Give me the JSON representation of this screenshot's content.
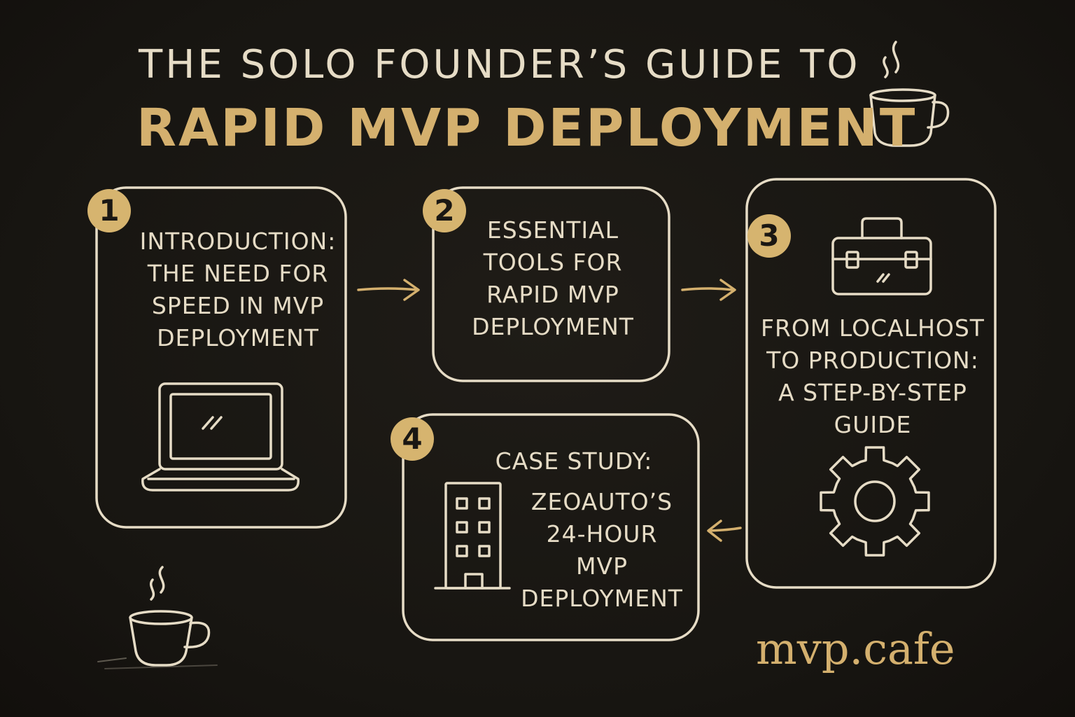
{
  "title": {
    "line1": "THE SOLO FOUNDER’S GUIDE TO",
    "line2": "RAPID MVP DEPLOYMENT"
  },
  "steps": [
    {
      "number": "1",
      "text": "INTRODUCTION:\nTHE NEED FOR\nSPEED IN MVP\nDEPLOYMENT",
      "icon": "laptop-icon"
    },
    {
      "number": "2",
      "text": "ESSENTIAL\nTOOLS FOR\nRAPID MVP\nDEPLOYMENT"
    },
    {
      "number": "3",
      "text": "FROM LOCALHOST\nTO PRODUCTION:\nA STEP-BY-STEP\nGUIDE",
      "icons": [
        "toolbox-icon",
        "gear-icon"
      ]
    },
    {
      "number": "4",
      "text": "CASE STUDY:",
      "subtext": "ZEOAUTO’S\n24-HOUR\nMVP\nDEPLOYMENT",
      "icon": "building-icon"
    }
  ],
  "brand": "mvp.cafe",
  "decorations": [
    "coffee-cup-icon",
    "coffee-cup-icon"
  ],
  "colors": {
    "background": "#181612",
    "chalk": "#e6dcc6",
    "accent": "#d4b06e"
  }
}
